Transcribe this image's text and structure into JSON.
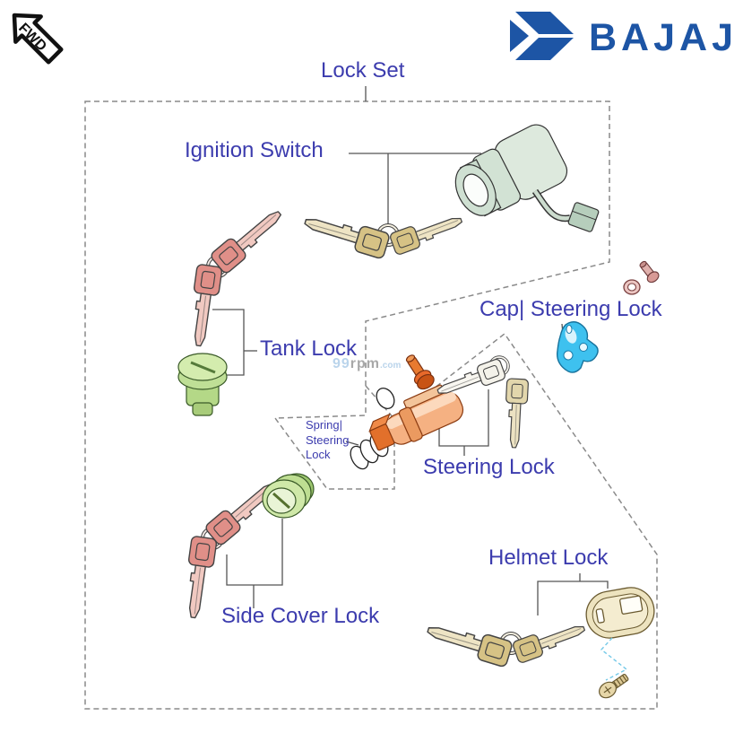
{
  "orientation_marker": {
    "label": "FWD"
  },
  "brand": {
    "name": "BAJAJ",
    "emblem": "bajaj-flying-b",
    "color": "#1d55a5"
  },
  "diagram_title": {
    "label": "Lock Set"
  },
  "callouts": {
    "ignition_switch": "Ignition Switch",
    "tank_lock": "Tank Lock",
    "cap_steering_lock": "Cap| Steering Lock",
    "spring_steering_lock": "Spring|\nSteering\nLock",
    "steering_lock": "Steering Lock",
    "side_cover_lock": "Side Cover Lock",
    "helmet_lock": "Helmet Lock"
  },
  "watermark": {
    "part1": "99",
    "part2": "rpm",
    "part3": ".com"
  },
  "colors": {
    "callout_text": "#3c3cae",
    "brand_blue": "#1d55a5",
    "dash_outline": "#8a8a8a",
    "cut_line_blue": "#74c9e8",
    "bracket_line": "#555555"
  }
}
